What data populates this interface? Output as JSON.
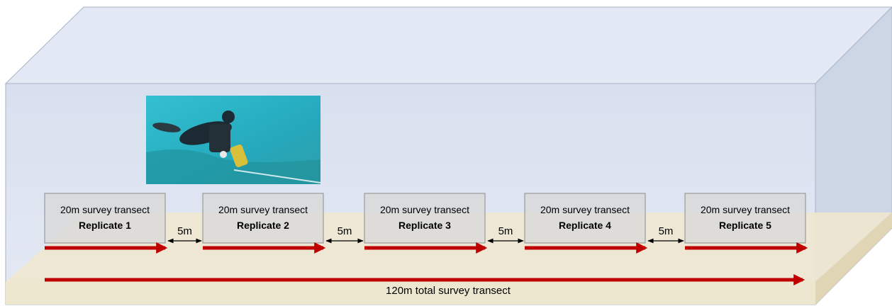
{
  "replicates": [
    {
      "title": "20m survey transect",
      "label": "Replicate 1"
    },
    {
      "title": "20m survey transect",
      "label": "Replicate 2"
    },
    {
      "title": "20m survey transect",
      "label": "Replicate 3"
    },
    {
      "title": "20m survey transect",
      "label": "Replicate 4"
    },
    {
      "title": "20m survey transect",
      "label": "Replicate 5"
    }
  ],
  "gaps": [
    "5m",
    "5m",
    "5m",
    "5m"
  ],
  "total_label": "120m total survey transect",
  "colors": {
    "water": "#dce4f1",
    "water_top": "#e2e8f3",
    "water_side": "#c9d3e2",
    "sand": "#efe8d0",
    "sand_side": "#e2d8b8",
    "box_fill": "#d9d9d9",
    "box_stroke": "#8c8c8c",
    "arrow": "#c00000",
    "photo": "#2bb5c9"
  },
  "icons": [
    "diver-photo"
  ]
}
